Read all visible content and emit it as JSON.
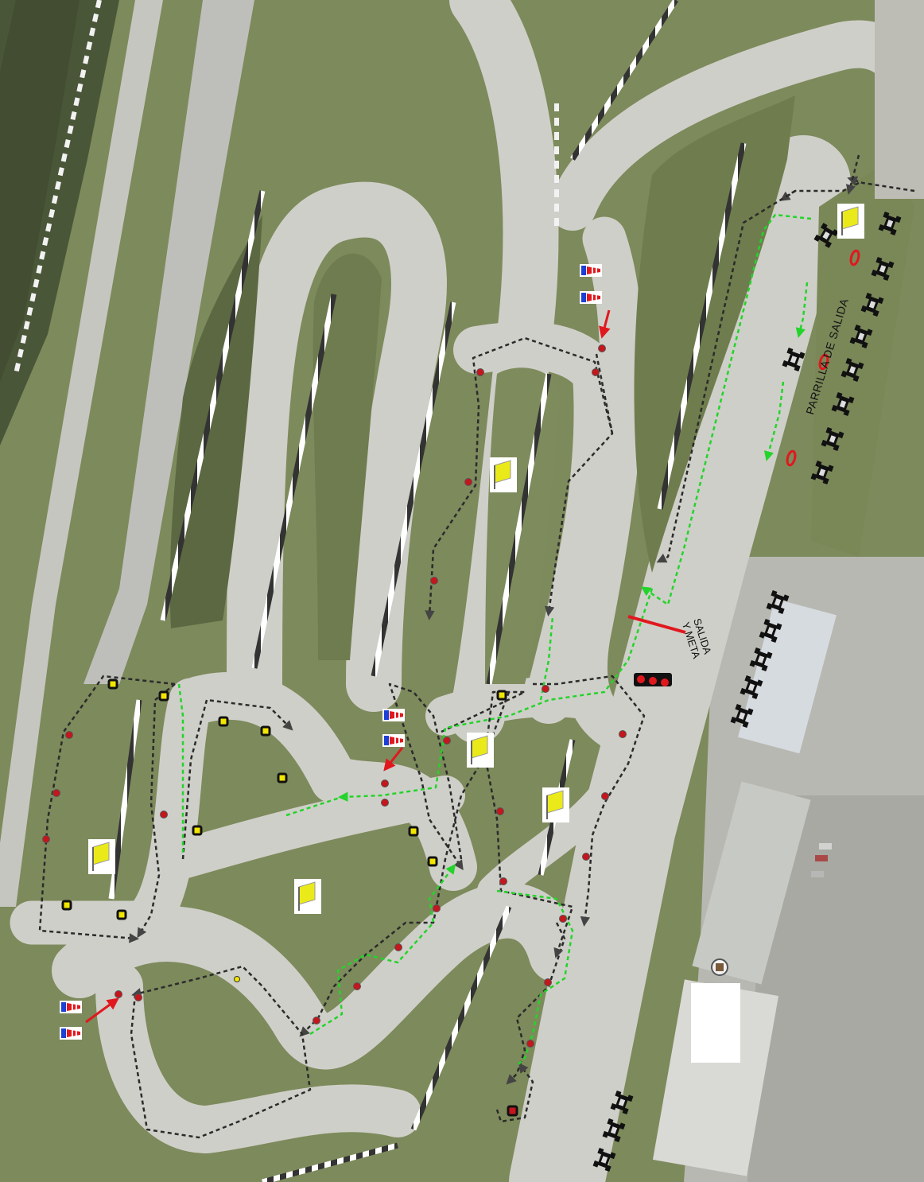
{
  "labels": {
    "start_grid": "PARRILLA DE SALIDA",
    "finish_line_1": "SALIDA",
    "finish_line_2": "Y META"
  },
  "colors": {
    "grass": "#7d8a5c",
    "grass_dark": "#56603f",
    "track": "#cfcfc9",
    "route_black": "#2b2b2b",
    "route_green": "#23d42a",
    "marker_red": "#c4161c",
    "marker_yellow": "#f2e600",
    "flag_yellow": "#eaea1a"
  },
  "icons": [
    "kart-icon",
    "yellow-flag-icon",
    "cone-icon",
    "traffic-light-icon",
    "red-dot-marker",
    "yellow-square-marker",
    "direction-arrow-icon"
  ]
}
